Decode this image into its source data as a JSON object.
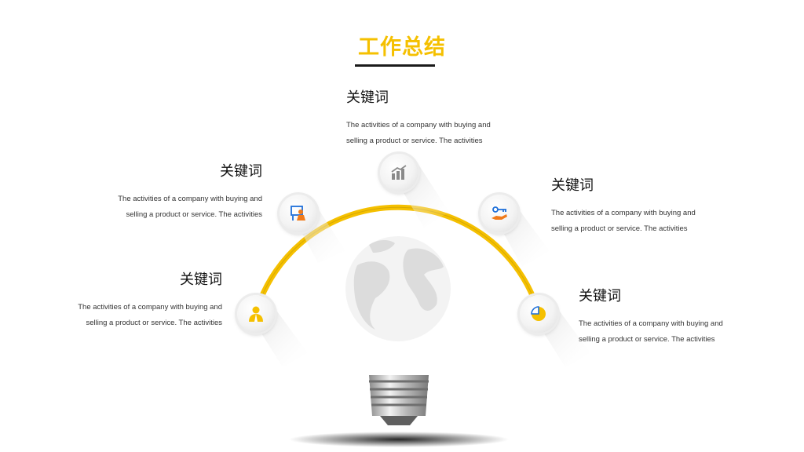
{
  "title": "工作总结",
  "colors": {
    "accent": "#f5c000",
    "dark": "#1a1a1a",
    "blue": "#1e6fd9",
    "orange": "#f07a1a"
  },
  "items": [
    {
      "id": "top",
      "keyword": "关键词",
      "line1": "The activities of a company with buying and",
      "line2": "selling a product or service. The activities",
      "icon": "bar-chart-icon"
    },
    {
      "id": "upper-left",
      "keyword": "关键词",
      "line1": "The activities of a company with buying and",
      "line2": "selling a product or service. The activities",
      "icon": "presentation-icon"
    },
    {
      "id": "upper-right",
      "keyword": "关键词",
      "line1": "The activities of a company with buying and",
      "line2": "selling a product or service. The activities",
      "icon": "hand-key-icon"
    },
    {
      "id": "lower-left",
      "keyword": "关键词",
      "line1": "The activities of a company with buying and",
      "line2": "selling a product or service. The activities",
      "icon": "user-icon"
    },
    {
      "id": "lower-right",
      "keyword": "关键词",
      "line1": "The activities of a company with buying and",
      "line2": "selling a product or service. The activities",
      "icon": "pie-chart-icon"
    }
  ]
}
